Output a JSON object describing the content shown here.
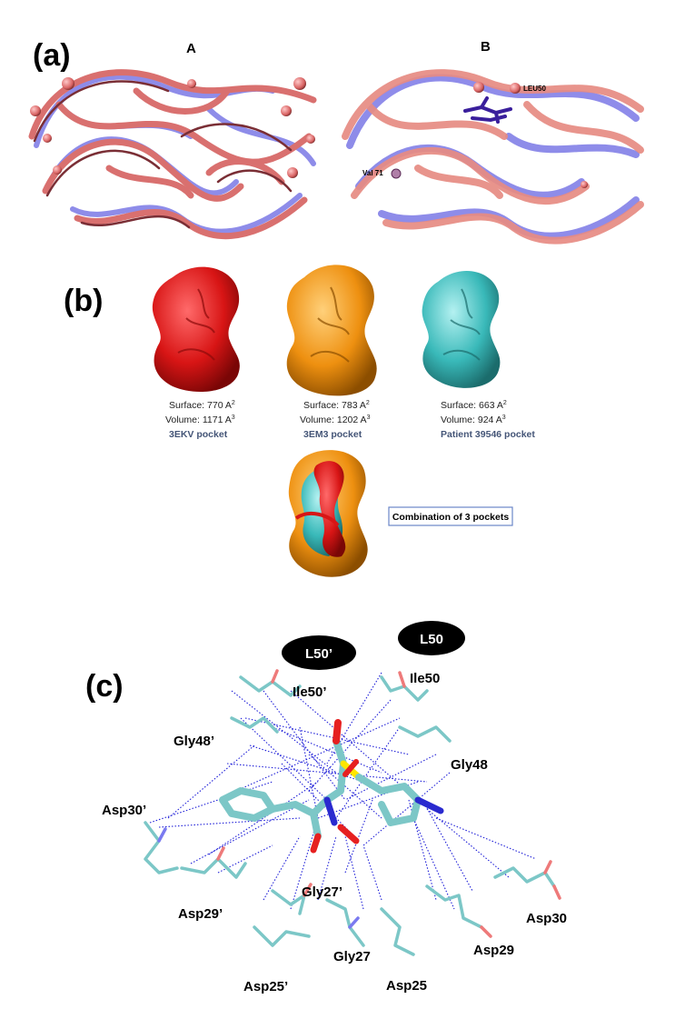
{
  "panels": {
    "a": {
      "label": "(a)",
      "structure_A": "A",
      "structure_B": "B",
      "markers": {
        "leu50": "LEU50",
        "val71": "Val 71"
      }
    },
    "b": {
      "label": "(b)",
      "pockets": [
        {
          "surface_text": "Surface: 770 A",
          "surface_exp": "2",
          "volume_text": "Volume: 1171 A",
          "volume_exp": "3",
          "name": "3EKV pocket",
          "color": "#e21b1b"
        },
        {
          "surface_text": "Surface: 783 A",
          "surface_exp": "2",
          "volume_text": "Volume: 1202 A",
          "volume_exp": "3",
          "name": "3EM3 pocket",
          "color": "#f0940f"
        },
        {
          "surface_text": "Surface: 663 A",
          "surface_exp": "2",
          "volume_text": "Volume: 924 A",
          "volume_exp": "3",
          "name": "Patient 39546 pocket",
          "color": "#3fc0c0"
        }
      ],
      "combination_label": "Combination of 3 pockets"
    },
    "c": {
      "label": "(c)",
      "ovals": [
        "L50’",
        "L50"
      ],
      "residues": {
        "ile50p": "Ile50’",
        "ile50": "Ile50",
        "gly48p": "Gly48’",
        "gly48": "Gly48",
        "asp30p": "Asp30’",
        "asp29p": "Asp29’",
        "gly27p": "Gly27’",
        "gly27": "Gly27",
        "asp25p": "Asp25’",
        "asp25": "Asp25",
        "asp29": "Asp29",
        "asp30": "Asp30"
      }
    }
  },
  "colors": {
    "ribbon_red": "#d9706f",
    "ribbon_blue": "#7b78e6",
    "ribbon_dark": "#7a2e35",
    "hbond_blue": "#1f1fd8",
    "stick_cyan": "#7cc7c7",
    "pocket_name_blue": "#445577",
    "combo_border": "#6b87c9"
  }
}
